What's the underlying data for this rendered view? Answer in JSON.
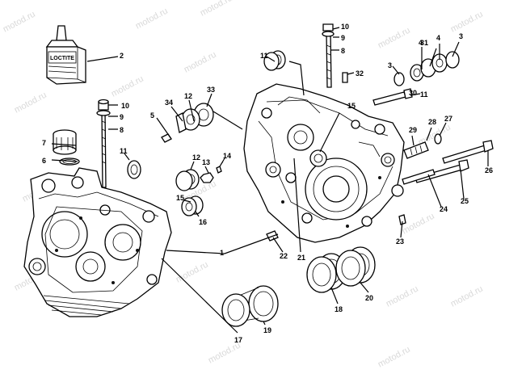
{
  "watermark": "motod.ru",
  "bottle_label": "LOCTITE",
  "callouts": [
    "1",
    "2",
    "3",
    "3",
    "4",
    "4",
    "5",
    "6",
    "7",
    "8",
    "8",
    "9",
    "9",
    "10",
    "10",
    "11",
    "11",
    "11",
    "12",
    "12",
    "13",
    "14",
    "15",
    "15",
    "16",
    "17",
    "18",
    "19",
    "20",
    "21",
    "22",
    "23",
    "24",
    "25",
    "26",
    "27",
    "28",
    "29",
    "30",
    "31",
    "32",
    "33",
    "34"
  ]
}
